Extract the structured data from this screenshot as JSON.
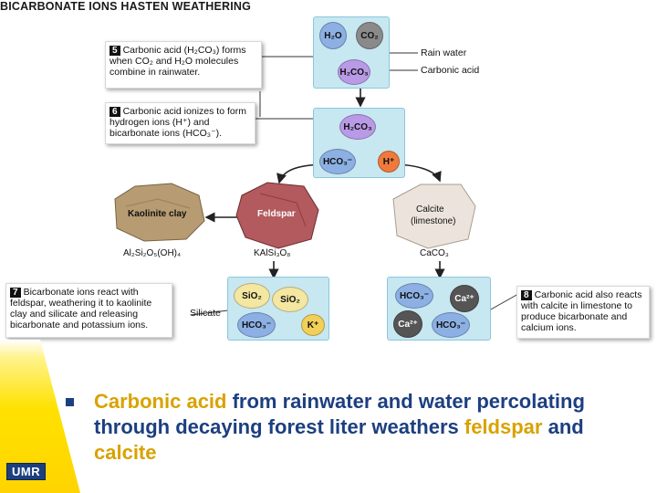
{
  "title": "BICARBONATE IONS HASTEN WEATHERING",
  "steps": {
    "s5": {
      "num": "5",
      "text": "Carbonic acid (H₂CO₃) forms when CO₂ and H₂O molecules combine in rainwater."
    },
    "s6": {
      "num": "6",
      "text": "Carbonic acid ionizes to form hydrogen ions (H⁺) and bicarbonate ions (HCO₃⁻)."
    },
    "s7": {
      "num": "7",
      "text": "Bicarbonate ions react with feldspar, weathering it to kaolinite clay and silicate and releasing bicarbonate and potassium ions."
    },
    "s8": {
      "num": "8",
      "text": "Carbonic acid also reacts with calcite in limestone to produce bicarbonate and calcium ions."
    }
  },
  "panel1": {
    "h2o": "H₂O",
    "co2": "CO₂",
    "h2co3": "H₂CO₃",
    "rain_label": "Rain water",
    "acid_label": "Carbonic acid"
  },
  "panel2": {
    "h2co3": "H₂CO₃",
    "hco3": "HCO₃⁻",
    "h": "H⁺"
  },
  "minerals": {
    "kaolinite": "Kaolinite clay",
    "kaolinite_formula": "Al₂Si₂O₅(OH)₄",
    "feldspar": "Feldspar",
    "feldspar_formula": "KAlSi₃O₈",
    "calcite": "Calcite",
    "calcite_sub": "(limestone)",
    "calcite_formula": "CaCO₃"
  },
  "panel3": {
    "sio2a": "SiO₂",
    "sio2b": "SiO₂",
    "hco3": "HCO₃⁻",
    "k": "K⁺",
    "silicate_label": "Silicate"
  },
  "panel4": {
    "hco3a": "HCO₃⁻",
    "ca_a": "Ca²⁺",
    "ca_b": "Ca²⁺",
    "hco3b": "HCO₃⁻"
  },
  "slide": {
    "logo": "UMR",
    "bullet": {
      "part1": "Carbonic acid",
      "part2": " from rainwater and water percolating through decaying forest liter weathers ",
      "part3": "feldspar",
      "part4": " and ",
      "part5": "calcite"
    }
  },
  "colors": {
    "accent_blue": "#1c3f80",
    "highlight_yellow": "#d9a200",
    "panel_blue": "#c7e7f1"
  }
}
